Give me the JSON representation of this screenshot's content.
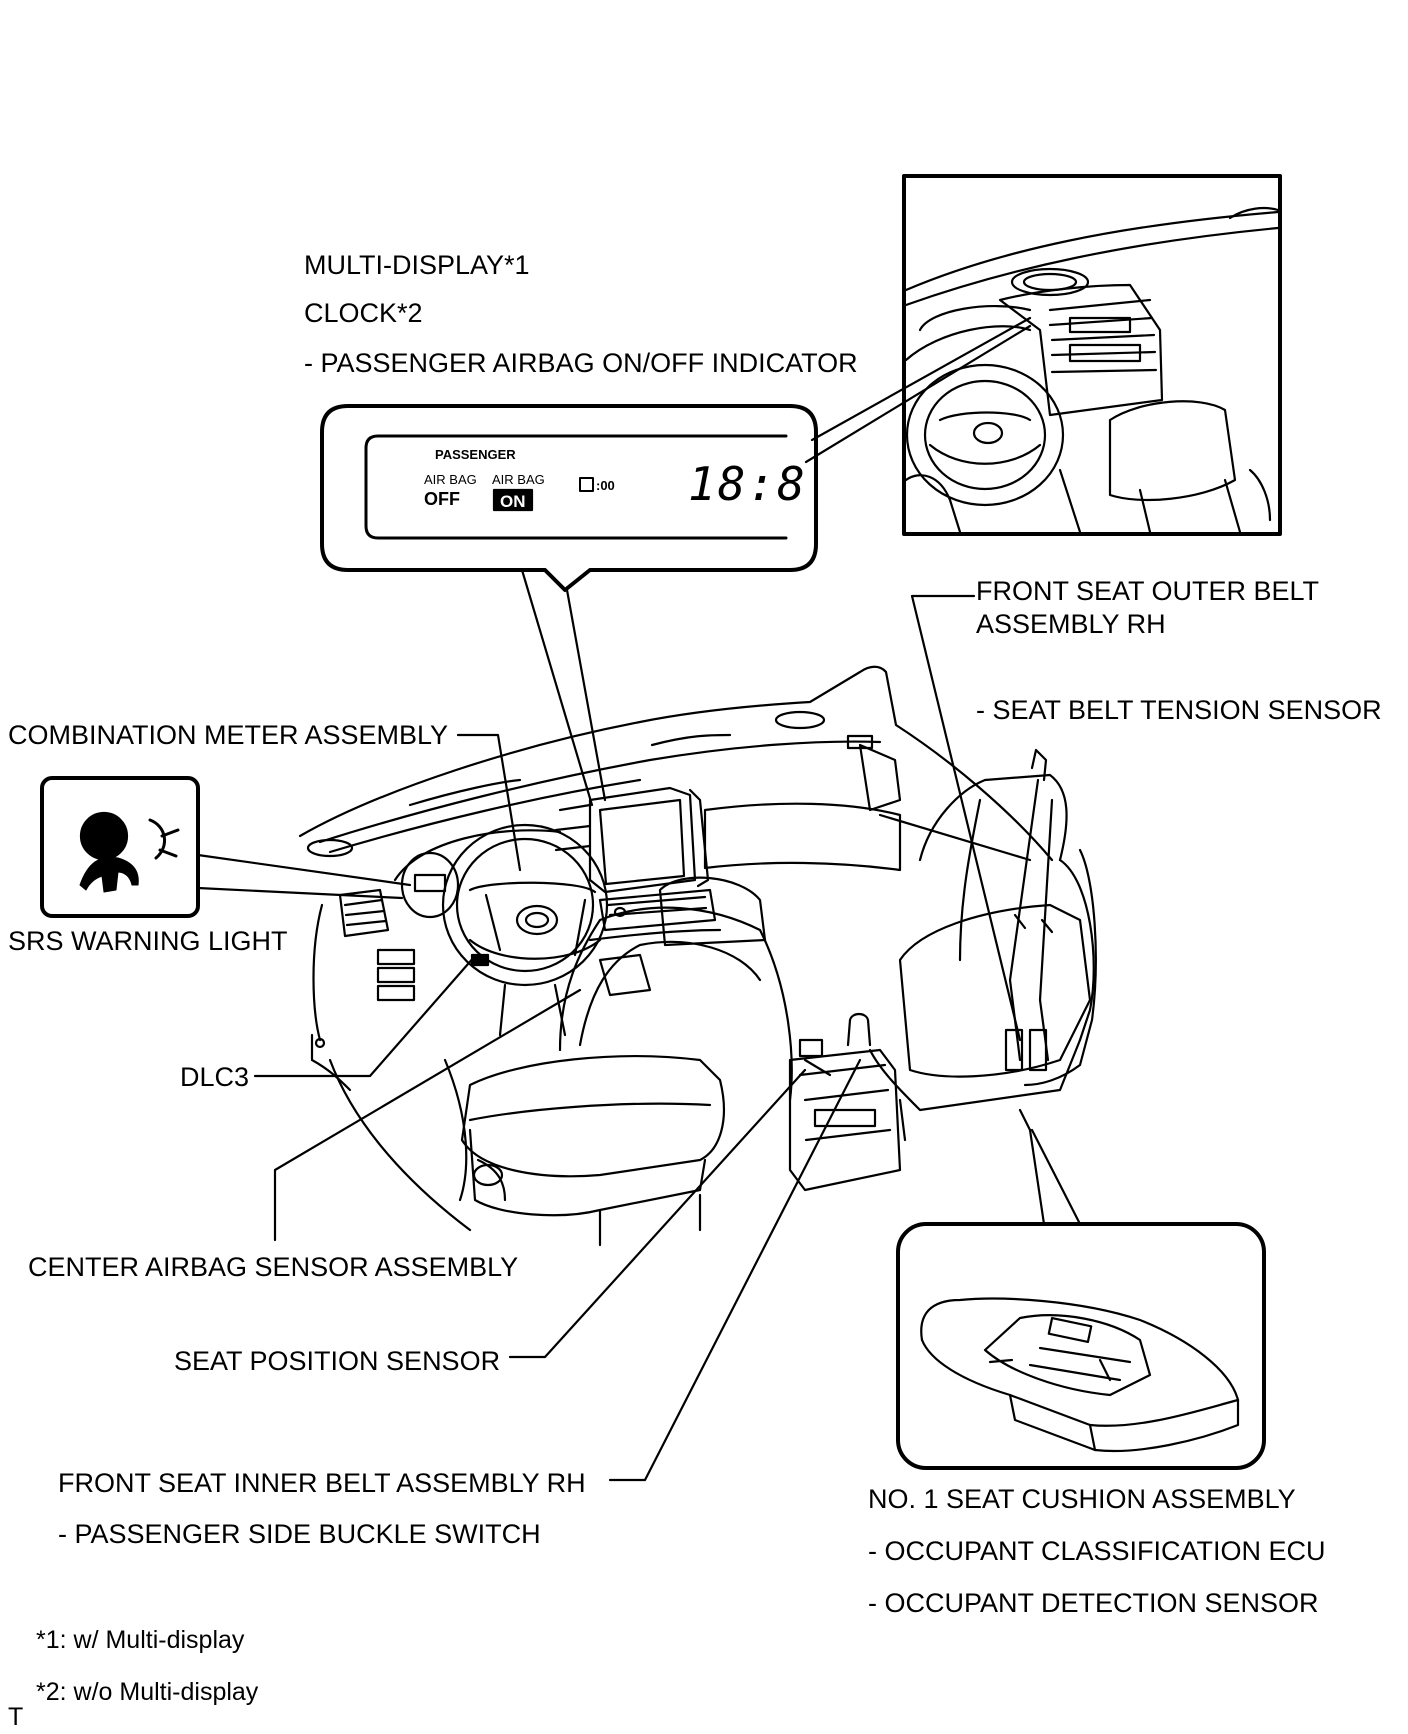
{
  "multi_display": {
    "line1": "MULTI-DISPLAY*1",
    "line2": "CLOCK*2",
    "line3": "- PASSENGER AIRBAG ON/OFF INDICATOR"
  },
  "display_panel": {
    "passenger": "PASSENGER",
    "airbag_off_top": "AIR BAG",
    "airbag_off_bottom": "OFF",
    "airbag_on_top": "AIR BAG",
    "airbag_on_bottom": "ON",
    "clock_small": ":00",
    "clock_digits": "18:8"
  },
  "front_seat_outer_belt": {
    "line1": "FRONT SEAT OUTER BELT",
    "line2": "ASSEMBLY RH",
    "sub": "- SEAT BELT TENSION SENSOR"
  },
  "combination_meter": "COMBINATION METER ASSEMBLY",
  "srs_warning_light": "SRS WARNING LIGHT",
  "dlc3": "DLC3",
  "center_airbag_sensor": "CENTER AIRBAG SENSOR ASSEMBLY",
  "seat_position_sensor": "SEAT POSITION SENSOR",
  "front_seat_inner_belt": {
    "line1": "FRONT SEAT INNER BELT ASSEMBLY RH",
    "sub": "- PASSENGER SIDE BUCKLE SWITCH"
  },
  "seat_cushion": {
    "line1": "NO. 1 SEAT CUSHION ASSEMBLY",
    "sub1": "- OCCUPANT CLASSIFICATION ECU",
    "sub2": "- OCCUPANT DETECTION SENSOR"
  },
  "footnotes": {
    "note1": "*1: w/ Multi-display",
    "note2": "*2: w/o Multi-display"
  },
  "corner_mark": "T"
}
